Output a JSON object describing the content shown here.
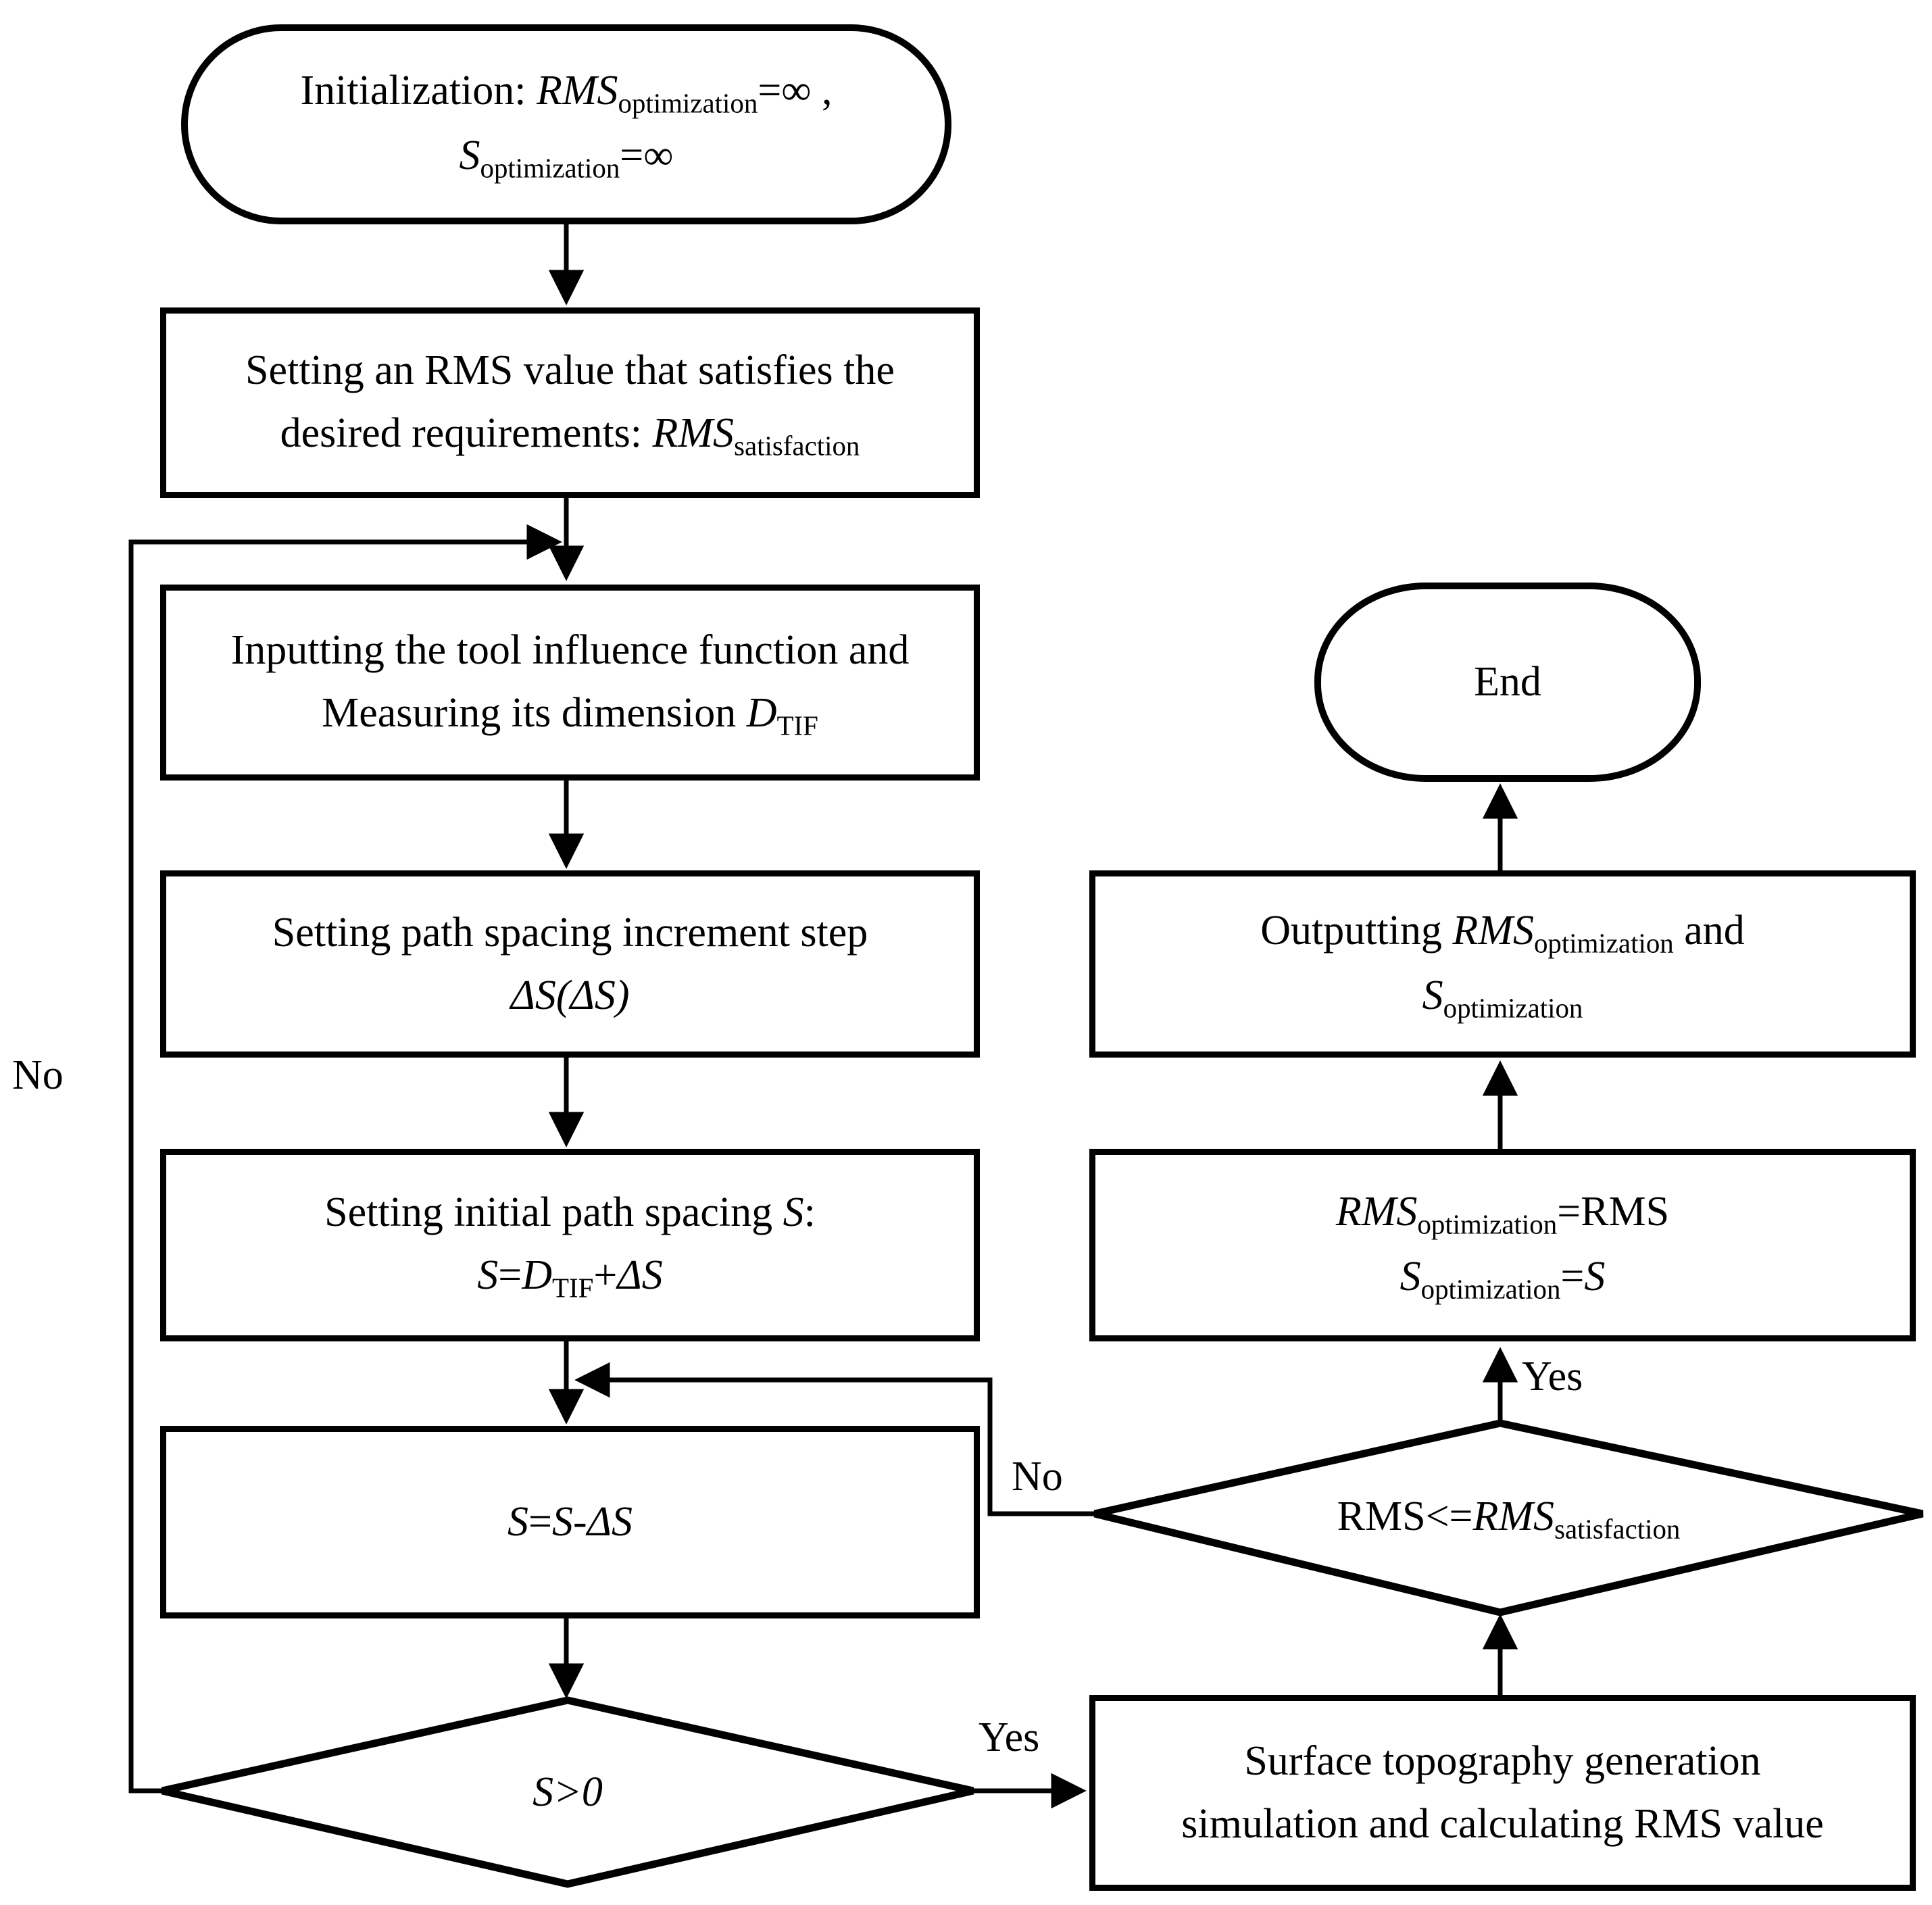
{
  "meta": {
    "ink_color": "#000000",
    "background_color": "#ffffff",
    "figure": "Path spacing optimization flowchart"
  },
  "nodes": {
    "start": {
      "type": "terminator",
      "segments": [
        {
          "t": "Initialization: ",
          "s": "rm"
        },
        {
          "t": "RMS",
          "s": "it"
        },
        {
          "t": "optimization",
          "s": "sub"
        },
        {
          "t": "=∞ ,",
          "s": "rm"
        },
        {
          "s": "br"
        },
        {
          "t": "S",
          "s": "it"
        },
        {
          "t": "optimization",
          "s": "sub"
        },
        {
          "t": "=∞",
          "s": "rm"
        }
      ]
    },
    "set_rms": {
      "type": "process",
      "segments": [
        {
          "t": "Setting an RMS value that satisfies the",
          "s": "rm"
        },
        {
          "s": "br"
        },
        {
          "t": "desired requirements: ",
          "s": "rm"
        },
        {
          "t": "RMS",
          "s": "it"
        },
        {
          "t": "satisfaction",
          "s": "sub"
        }
      ]
    },
    "input_tif": {
      "type": "process",
      "segments": [
        {
          "t": "Inputting the tool influence function and",
          "s": "rm"
        },
        {
          "s": "br"
        },
        {
          "t": "Measuring its dimension ",
          "s": "rm"
        },
        {
          "t": "D",
          "s": "it"
        },
        {
          "t": "TIF",
          "s": "sub"
        }
      ]
    },
    "set_step": {
      "type": "process",
      "segments": [
        {
          "t": "Setting path spacing increment step",
          "s": "rm"
        },
        {
          "s": "br"
        },
        {
          "t": "ΔS(ΔS)",
          "s": "it"
        }
      ]
    },
    "set_initial": {
      "type": "process",
      "segments": [
        {
          "t": "Setting initial path spacing ",
          "s": "rm"
        },
        {
          "t": "S",
          "s": "it"
        },
        {
          "t": ":",
          "s": "rm"
        },
        {
          "s": "br"
        },
        {
          "t": "S",
          "s": "it"
        },
        {
          "t": "=",
          "s": "rm"
        },
        {
          "t": "D",
          "s": "it"
        },
        {
          "t": "TIF",
          "s": "sub"
        },
        {
          "t": "+",
          "s": "rm"
        },
        {
          "t": "ΔS",
          "s": "it"
        }
      ]
    },
    "decrement": {
      "type": "process",
      "segments": [
        {
          "t": "S",
          "s": "it"
        },
        {
          "t": "=",
          "s": "rm"
        },
        {
          "t": "S",
          "s": "it"
        },
        {
          "t": "-",
          "s": "rm"
        },
        {
          "t": "ΔS",
          "s": "it"
        }
      ]
    },
    "decision_s": {
      "type": "decision",
      "segments": [
        {
          "t": "S",
          "s": "it"
        },
        {
          "t": ">0",
          "s": "it"
        }
      ]
    },
    "surface": {
      "type": "process",
      "segments": [
        {
          "t": "Surface topography generation",
          "s": "rm"
        },
        {
          "s": "br"
        },
        {
          "t": "simulation and calculating RMS value",
          "s": "rm"
        }
      ]
    },
    "decision_rms": {
      "type": "decision",
      "segments": [
        {
          "t": "RMS<=",
          "s": "rm"
        },
        {
          "t": "RMS",
          "s": "it"
        },
        {
          "t": "satisfaction",
          "s": "sub"
        }
      ]
    },
    "assign": {
      "type": "process",
      "segments": [
        {
          "t": "RMS",
          "s": "it"
        },
        {
          "t": "optimization",
          "s": "sub"
        },
        {
          "t": "=RMS",
          "s": "rm"
        },
        {
          "s": "br"
        },
        {
          "t": "S",
          "s": "it"
        },
        {
          "t": "optimization",
          "s": "sub"
        },
        {
          "t": "=",
          "s": "rm"
        },
        {
          "t": "S",
          "s": "it"
        }
      ]
    },
    "outputting": {
      "type": "process",
      "segments": [
        {
          "t": "Outputting ",
          "s": "rm"
        },
        {
          "t": "RMS",
          "s": "it"
        },
        {
          "t": "optimization",
          "s": "sub"
        },
        {
          "t": " and",
          "s": "rm"
        },
        {
          "s": "br"
        },
        {
          "t": "S",
          "s": "it"
        },
        {
          "t": "optimization",
          "s": "sub"
        }
      ]
    },
    "end": {
      "type": "terminator",
      "segments": [
        {
          "t": "End",
          "s": "rm"
        }
      ]
    }
  },
  "labels": {
    "loop_no": "No",
    "s_yes": "Yes",
    "rms_no": "No",
    "rms_yes": "Yes"
  }
}
